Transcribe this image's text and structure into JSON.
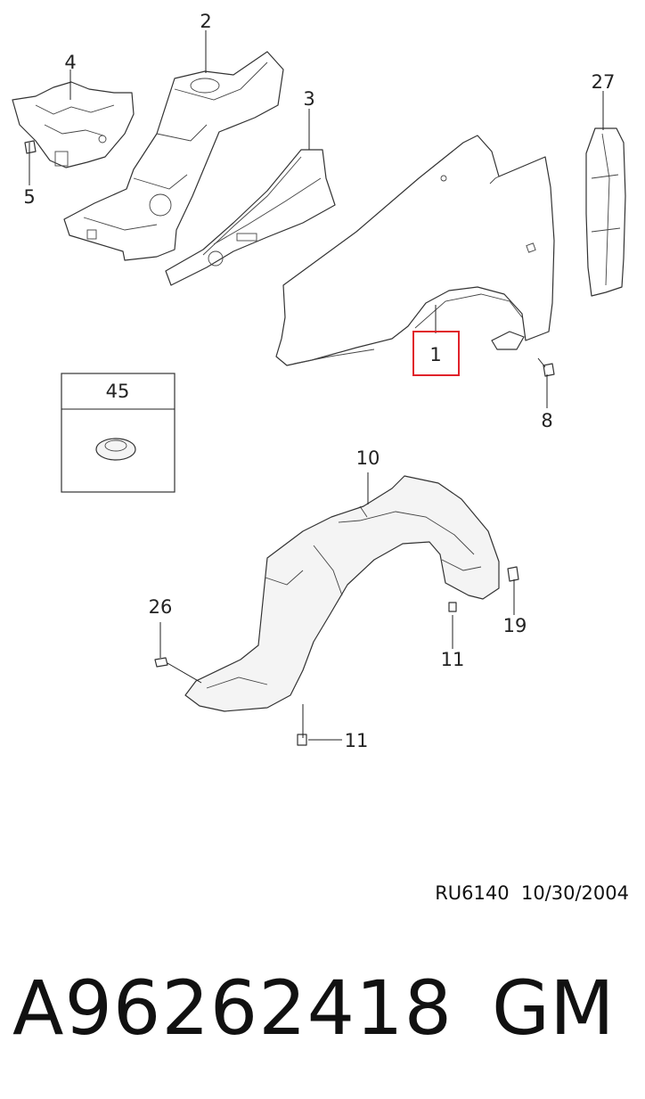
{
  "diagram": {
    "callouts": {
      "c1": "1",
      "c2": "2",
      "c3": "3",
      "c4": "4",
      "c5": "5",
      "c8": "8",
      "c10": "10",
      "c11a": "11",
      "c11b": "11",
      "c19": "19",
      "c26": "26",
      "c27": "27",
      "c45": "45"
    },
    "highlighted_part": "1",
    "highlight_color": "#e0222a"
  },
  "footer": {
    "reference": "RU6140  10/30/2004",
    "part_number": "A96262418",
    "brand": "GM"
  }
}
